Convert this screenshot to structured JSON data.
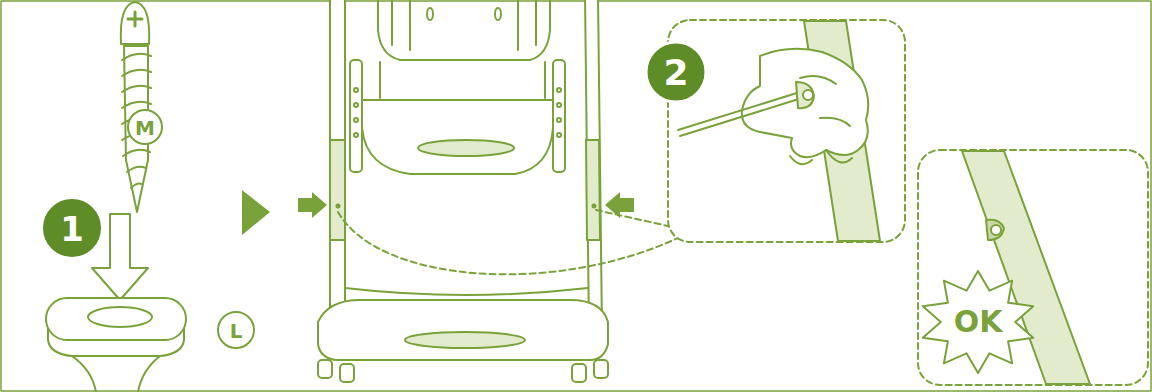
{
  "diagram": {
    "nodes": [
      {
        "text": [
          "OK"
        ]
      }
    ],
    "labels": [
      "M",
      "1",
      "L",
      "2"
    ]
  }
}
